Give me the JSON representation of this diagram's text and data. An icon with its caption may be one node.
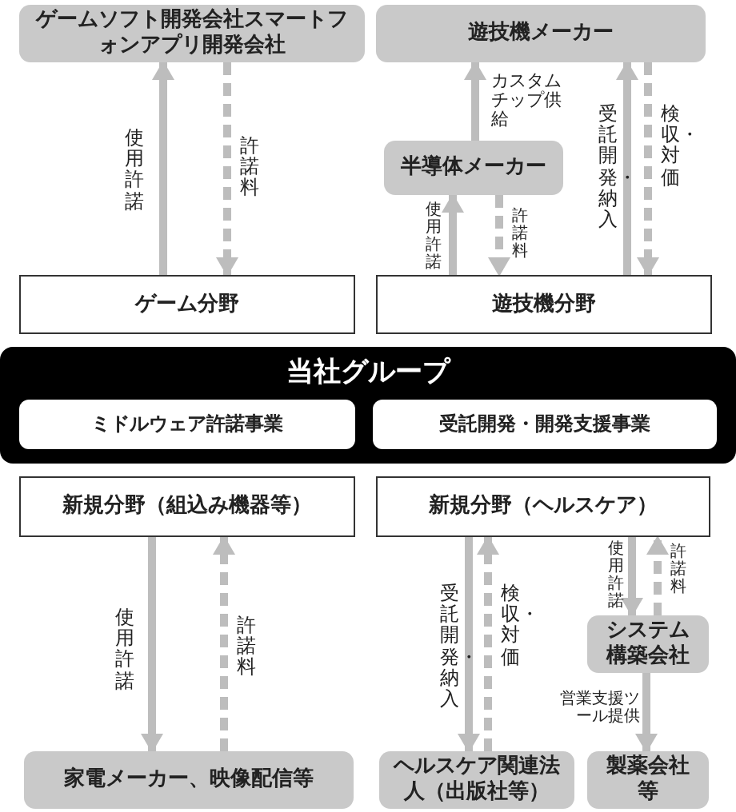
{
  "diagram": {
    "nodes": [
      {
        "text": [
          "ゲームソフト開発会社スマートフォンアプリ開発会社"
        ]
      },
      {
        "text": [
          "遊技機メーカー"
        ]
      },
      {
        "text": [
          "半導体メーカー"
        ]
      },
      {
        "text": [
          "ゲーム分野"
        ]
      },
      {
        "text": [
          "遊技機分野"
        ]
      },
      {
        "text": [
          "当社グループ"
        ]
      },
      {
        "text": [
          "ミドルウェア許諾事業"
        ],
        "in": 5
      },
      {
        "text": [
          "受託開発・開発支援事業"
        ],
        "in": 5
      },
      {
        "text": [
          "新規分野（組込み機器等）"
        ]
      },
      {
        "text": [
          "新規分野（ヘルスケア）"
        ]
      },
      {
        "text": [
          "システム構築会社"
        ]
      },
      {
        "text": [
          "家電メーカー、映像配信等"
        ]
      },
      {
        "text": [
          "ヘルスケア関連法人（出版社等）"
        ]
      },
      {
        "text": [
          "製薬会社等"
        ]
      }
    ],
    "edges": [
      {
        "from": 3,
        "to": 0,
        "arrow": "to",
        "label": "使用許諾"
      },
      {
        "from": 0,
        "to": 3,
        "arrow": "to",
        "label": "許諾料",
        "style": "dashed"
      },
      {
        "from": 2,
        "to": 1,
        "arrow": "to",
        "label": "カスタムチップ供給"
      },
      {
        "from": 4,
        "to": 2,
        "arrow": "to",
        "label": "使用許諾"
      },
      {
        "from": 2,
        "to": 4,
        "arrow": "to",
        "label": "許諾料",
        "style": "dashed"
      },
      {
        "from": 4,
        "to": 1,
        "arrow": "to",
        "label": "受託開発・納入"
      },
      {
        "from": 1,
        "to": 4,
        "arrow": "to",
        "label": "検収・対価",
        "style": "dashed"
      },
      {
        "from": 8,
        "to": 11,
        "arrow": "to",
        "label": "使用許諾"
      },
      {
        "from": 11,
        "to": 8,
        "arrow": "to",
        "label": "許諾料",
        "style": "dashed"
      },
      {
        "from": 9,
        "to": 12,
        "arrow": "to",
        "label": "受託開発・納入"
      },
      {
        "from": 12,
        "to": 9,
        "arrow": "to",
        "label": "検収・対価",
        "style": "dashed"
      },
      {
        "from": 9,
        "to": 10,
        "arrow": "to",
        "label": "使用許諾"
      },
      {
        "from": 10,
        "to": 9,
        "arrow": "to",
        "label": "許諾料",
        "style": "dashed"
      },
      {
        "from": 10,
        "to": 13,
        "arrow": "to",
        "label": "営業支援ツール提供"
      }
    ]
  }
}
